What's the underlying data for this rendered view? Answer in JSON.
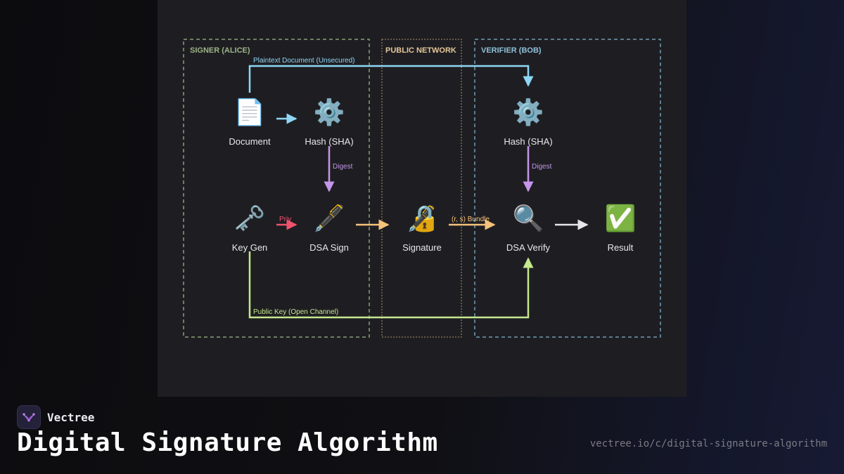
{
  "zones": {
    "signer": "SIGNER (ALICE)",
    "network": "PUBLIC NETWORK",
    "verifier": "VERIFIER (BOB)"
  },
  "nodes": {
    "document": {
      "label": "Document",
      "icon": "📄",
      "icon_name": "document-icon"
    },
    "hash_signer": {
      "label": "Hash (SHA)",
      "icon": "⚙️",
      "icon_name": "gear-icon"
    },
    "hash_verifier": {
      "label": "Hash (SHA)",
      "icon": "⚙️",
      "icon_name": "gear-icon"
    },
    "keygen": {
      "label": "Key Gen",
      "icon": "🗝️",
      "icon_name": "key-icon"
    },
    "dsa_sign": {
      "label": "DSA Sign",
      "icon": "🖋️",
      "icon_name": "pen-icon"
    },
    "signature": {
      "label": "Signature",
      "icon": "🔏",
      "icon_name": "lock-with-pen-icon"
    },
    "dsa_verify": {
      "label": "DSA Verify",
      "icon": "🔍",
      "icon_name": "magnifier-icon"
    },
    "result": {
      "label": "Result",
      "icon": "✅",
      "icon_name": "check-mark-icon"
    }
  },
  "edges": {
    "plaintext": "Plaintext Document (Unsecured)",
    "digest_signer": "Digest",
    "digest_verifier": "Digest",
    "priv": "Priv",
    "bundle": "(r, s) Bundle",
    "public_key": "Public Key (Open Channel)"
  },
  "colors": {
    "signer_zone": "#9db487",
    "network_zone": "#c9a57a",
    "verifier_zone": "#7fb0c8",
    "plaintext": "#8fd6f5",
    "digest": "#c595ea",
    "priv": "#f0526e",
    "bundle": "#f6c27a",
    "public_key": "#c6e88e",
    "result_arrow": "#e6e6ea"
  },
  "footer": {
    "brand": "Vectree",
    "title": "Digital Signature Algorithm",
    "url": "vectree.io/c/digital-signature-algorithm"
  }
}
